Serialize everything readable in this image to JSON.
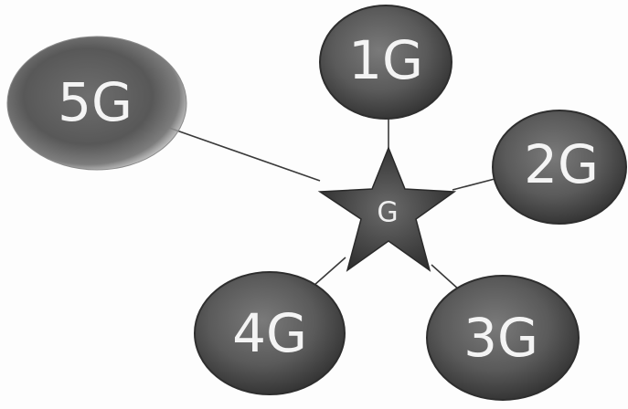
{
  "diagram": {
    "center": {
      "label": "G"
    },
    "nodes": [
      {
        "id": "1g",
        "label": "1G"
      },
      {
        "id": "2g",
        "label": "2G"
      },
      {
        "id": "3g",
        "label": "3G"
      },
      {
        "id": "4g",
        "label": "4G"
      },
      {
        "id": "5g",
        "label": "5G"
      }
    ]
  },
  "colors": {
    "node_fill": "#5a5a5a",
    "node_edge": "#2e2e2e",
    "star_fill": "#3d3d3d",
    "text": "#f4f4f4"
  }
}
